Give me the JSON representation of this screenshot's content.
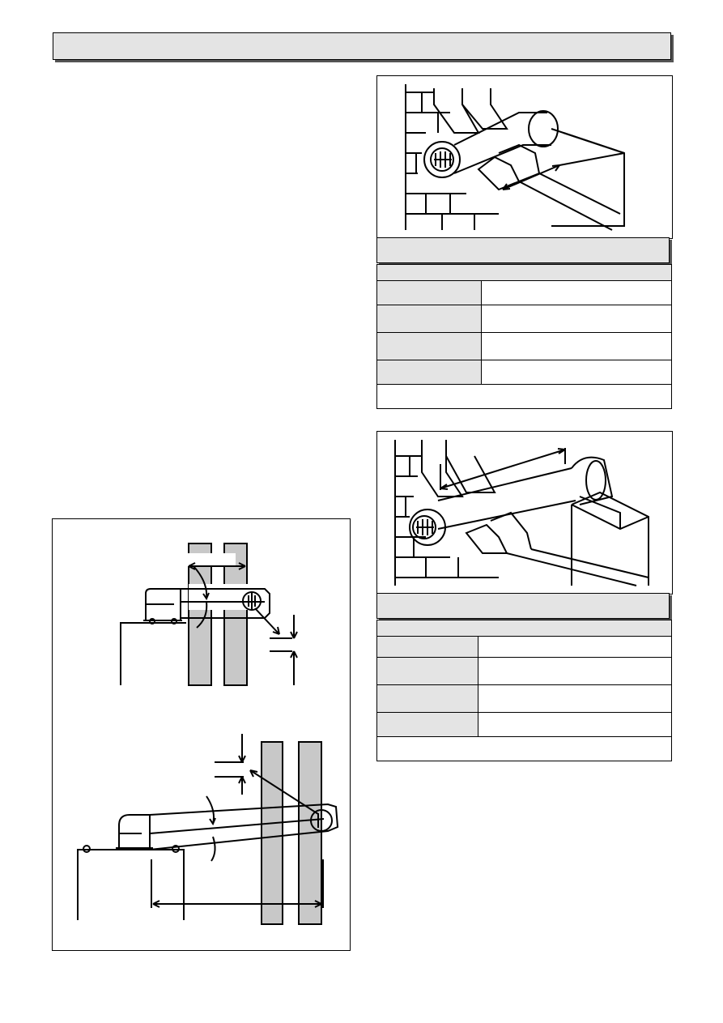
{
  "page": {
    "title": ""
  },
  "figures": [
    {
      "id": "fig-a",
      "caption": ""
    },
    {
      "id": "fig-b",
      "caption": ""
    },
    {
      "id": "fig-c",
      "caption": ""
    }
  ],
  "tables": [
    {
      "header": "",
      "rows": [
        [
          "",
          ""
        ],
        [
          "",
          ""
        ],
        [
          "",
          ""
        ],
        [
          "",
          ""
        ]
      ],
      "footer": ""
    },
    {
      "header": "",
      "rows": [
        [
          "",
          ""
        ],
        [
          "",
          ""
        ],
        [
          "",
          ""
        ],
        [
          "",
          ""
        ]
      ],
      "footer": ""
    }
  ],
  "colors": {
    "shade": "#e4e4e4",
    "wall": "#c8c8c8",
    "ink": "#000000"
  }
}
